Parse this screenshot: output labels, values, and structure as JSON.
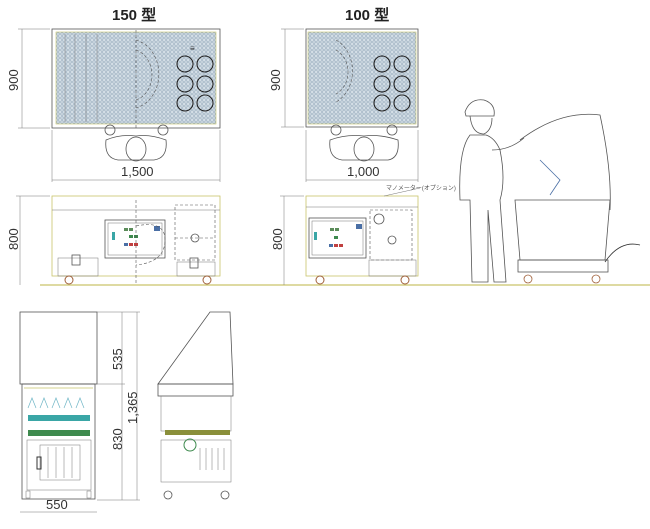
{
  "titles": {
    "model_150": "150 型",
    "model_100": "100 型"
  },
  "dimensions": {
    "m150_depth": "900",
    "m150_width": "1,500",
    "m150_height": "800",
    "m100_depth": "900",
    "m100_width": "1,000",
    "m100_height": "800",
    "hood_height": "535",
    "total_height": "1,365",
    "body_height": "830",
    "side_width": "550"
  },
  "annotations": {
    "manometer": "マノメーター(オプション)"
  },
  "colors": {
    "grid": "#9fb3c4",
    "teal": "#3aa6a6",
    "green": "#3e8a4e",
    "olive": "#8a8f3a",
    "yellow_line": "#c9c46a"
  }
}
